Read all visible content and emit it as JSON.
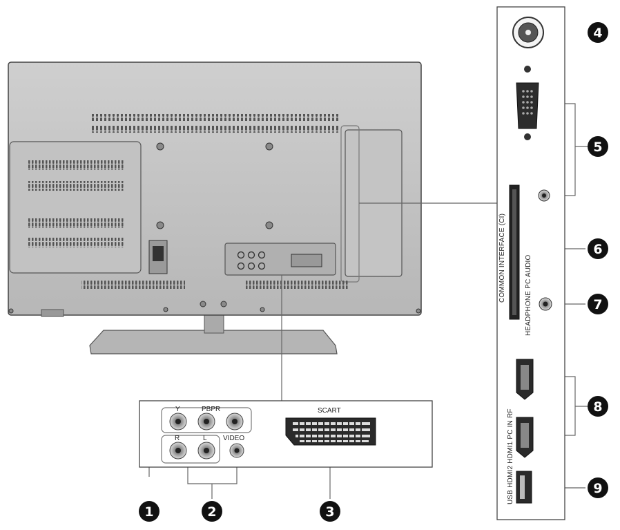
{
  "labels": {
    "y": "Y",
    "pbpr": "PBPR",
    "r": "R",
    "l": "L",
    "video": "VIDEO",
    "scart": "SCART",
    "common_interface": "COMMON  INTERFACE (CI)",
    "headphone_pc_audio": "HEADPHONE PC AUDIO",
    "side_ports": "USB HDMI2 HDMI1 PC IN RF"
  },
  "callouts": [
    "1",
    "2",
    "3",
    "4",
    "5",
    "6",
    "7",
    "8",
    "9"
  ],
  "colors": {
    "tv_body": "#bfbfbf",
    "highlight": "#c9c9c9",
    "callout": "#111111"
  }
}
